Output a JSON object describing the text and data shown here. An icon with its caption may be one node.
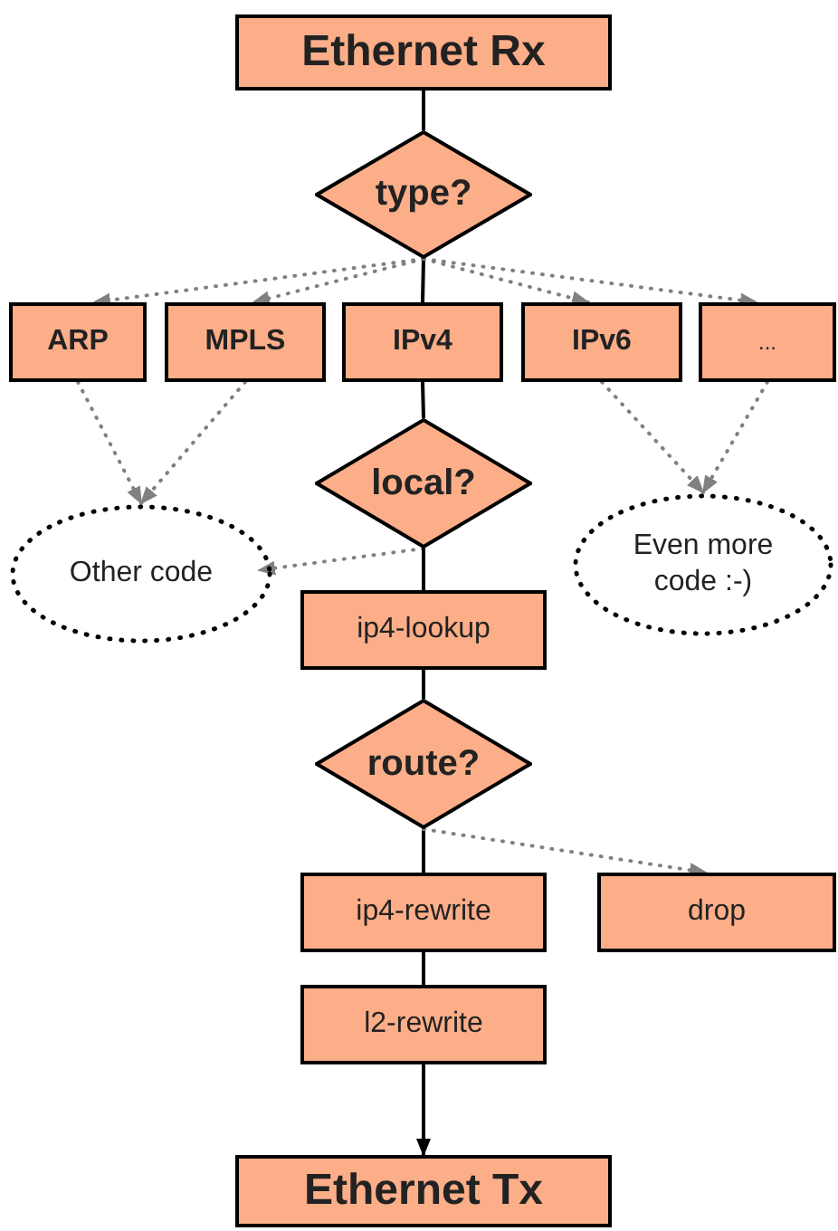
{
  "diagram": {
    "nodes": [
      {
        "text": [
          "Ethernet Rx"
        ]
      },
      {
        "text": [
          "type?"
        ]
      },
      {
        "text": [
          "ARP"
        ]
      },
      {
        "text": [
          "MPLS"
        ]
      },
      {
        "text": [
          "IPv4"
        ]
      },
      {
        "text": [
          "IPv6"
        ]
      },
      {
        "text": [
          "..."
        ]
      },
      {
        "text": [
          "local?"
        ]
      },
      {
        "text": [
          "Other code"
        ]
      },
      {
        "text": [
          "ip4-lookup"
        ]
      },
      {
        "text": [
          "Even more code :-)"
        ]
      },
      {
        "text": [
          "route?"
        ]
      },
      {
        "text": [
          "ip4-rewrite"
        ]
      },
      {
        "text": [
          "drop"
        ]
      },
      {
        "text": [
          "l2-rewrite"
        ]
      },
      {
        "text": [
          "Ethernet Tx"
        ]
      }
    ],
    "edges": [
      {
        "from": 0,
        "to": 1,
        "arrow": "none",
        "color": "#000000"
      },
      {
        "from": 1,
        "to": 2,
        "arrow": "to",
        "style": "dashed"
      },
      {
        "from": 1,
        "to": 3,
        "arrow": "to",
        "style": "dashed"
      },
      {
        "from": 1,
        "to": 4,
        "arrow": "none",
        "color": "#000000"
      },
      {
        "from": 1,
        "to": 5,
        "arrow": "to",
        "style": "dashed"
      },
      {
        "from": 1,
        "to": 6,
        "arrow": "to",
        "style": "dashed"
      },
      {
        "from": 2,
        "to": 8,
        "arrow": "to",
        "style": "dashed"
      },
      {
        "from": 3,
        "to": 8,
        "arrow": "to",
        "style": "dashed"
      },
      {
        "from": 4,
        "to": 7,
        "arrow": "none",
        "color": "#000000"
      },
      {
        "from": 7,
        "to": 8,
        "arrow": "to",
        "style": "dashed"
      },
      {
        "from": 7,
        "to": 9,
        "arrow": "none",
        "color": "#000000"
      },
      {
        "from": 5,
        "to": 10,
        "arrow": "to",
        "style": "dashed"
      },
      {
        "from": 6,
        "to": 10,
        "arrow": "to",
        "style": "dashed"
      },
      {
        "from": 9,
        "to": 11,
        "arrow": "none",
        "color": "#000000"
      },
      {
        "from": 11,
        "to": 12,
        "arrow": "none",
        "color": "#000000"
      },
      {
        "from": 11,
        "to": 13,
        "arrow": "to",
        "style": "dashed"
      },
      {
        "from": 12,
        "to": 14,
        "arrow": "none",
        "color": "#000000"
      },
      {
        "from": 14,
        "to": 15,
        "arrow": "to",
        "color": "#000000"
      }
    ]
  }
}
